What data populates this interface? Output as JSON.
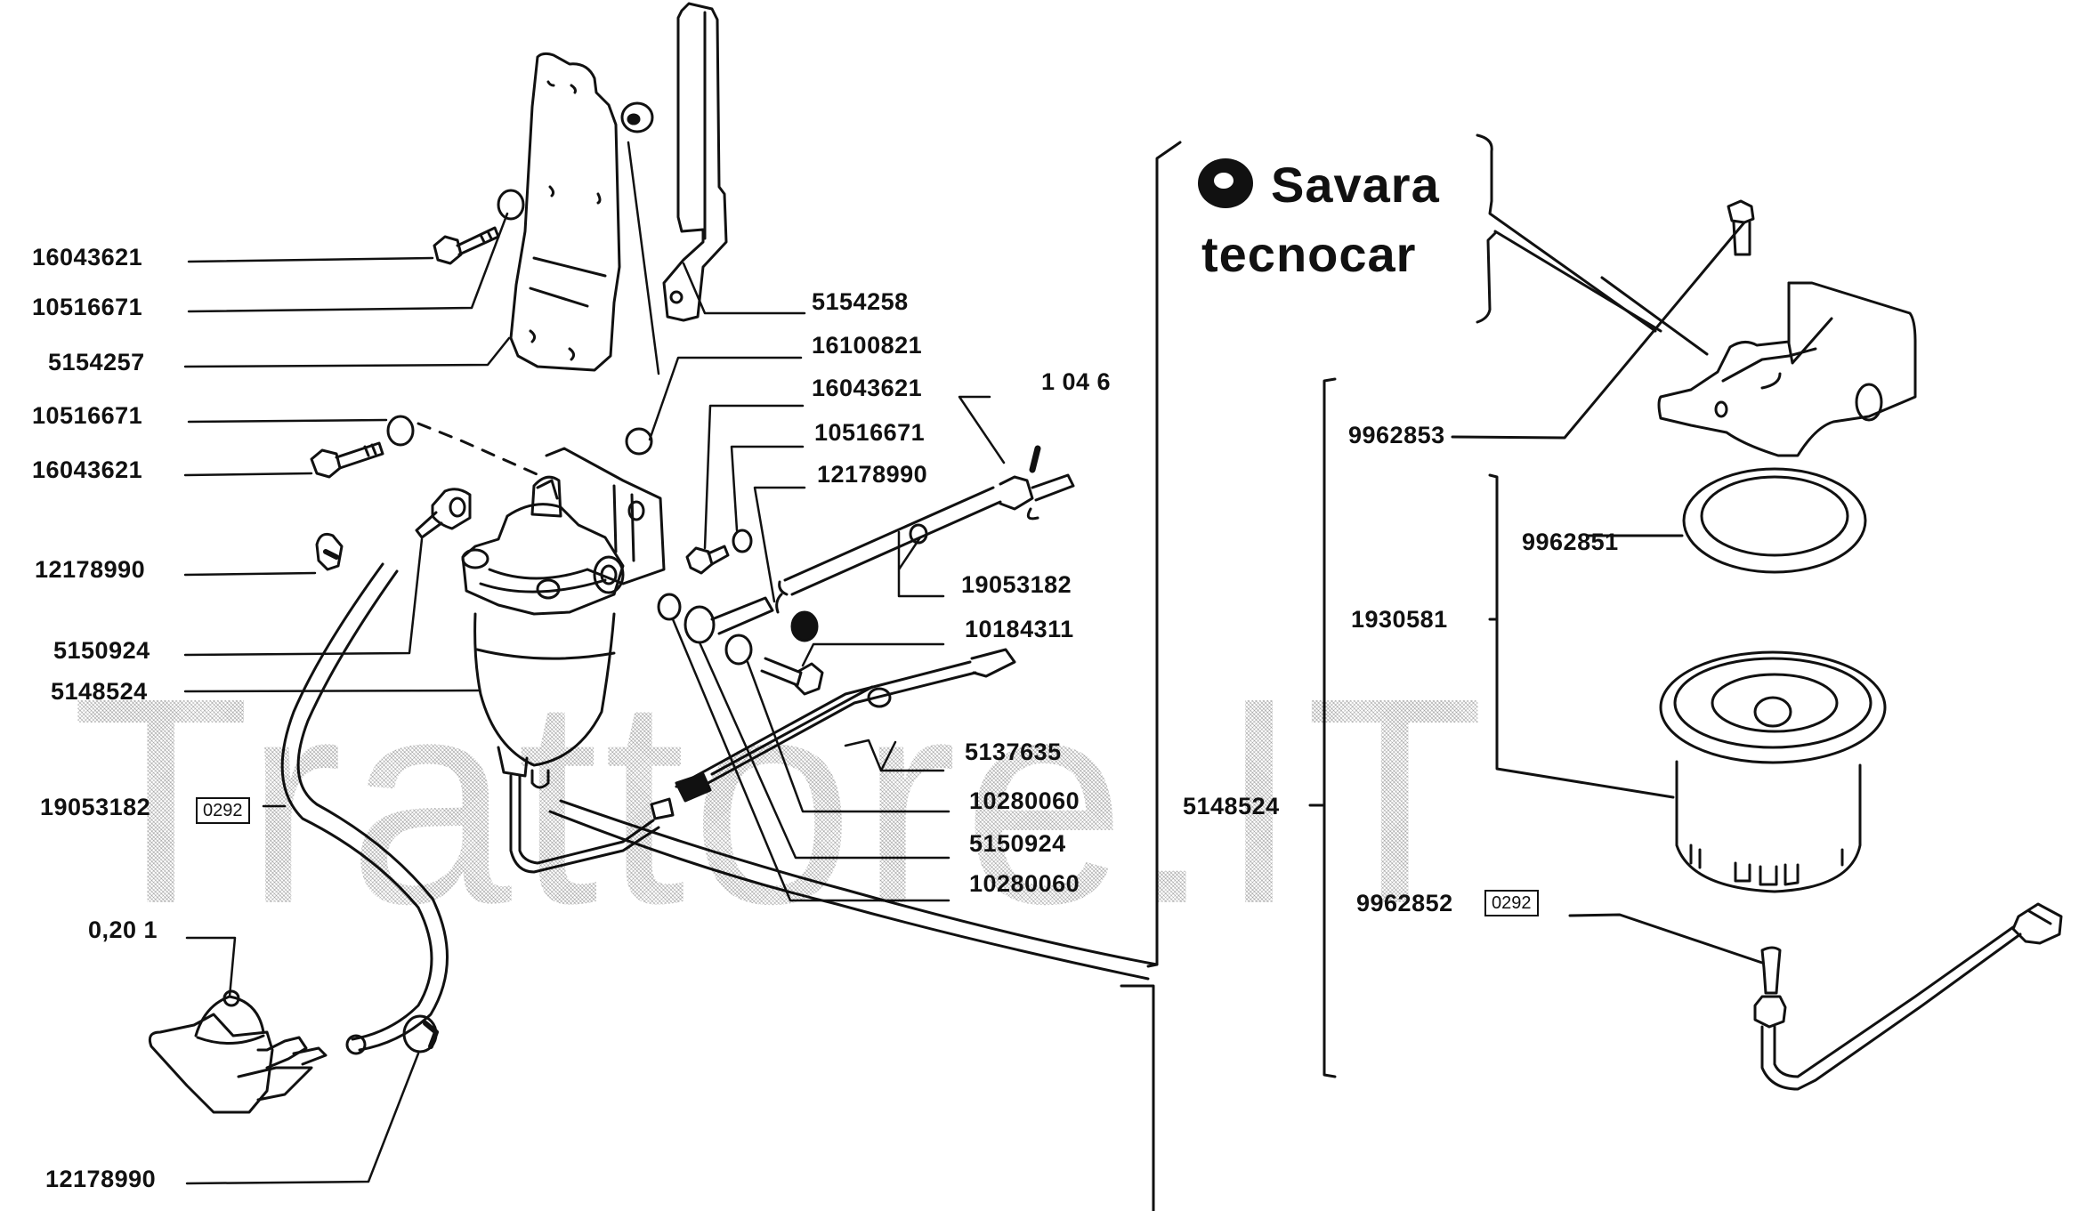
{
  "diagram": {
    "watermark": "Trattore.IT",
    "brand": {
      "line1": "Savara",
      "line2": "tecnocar",
      "logo_icon": "savara-logo-icon"
    },
    "left_labels": [
      {
        "id": "l1",
        "text": "16043621"
      },
      {
        "id": "l2",
        "text": "10516671"
      },
      {
        "id": "l3",
        "text": "5154257"
      },
      {
        "id": "l4",
        "text": "10516671"
      },
      {
        "id": "l5",
        "text": "16043621"
      },
      {
        "id": "l6",
        "text": "12178990"
      },
      {
        "id": "l7",
        "text": "5150924"
      },
      {
        "id": "l8",
        "text": "5148524"
      },
      {
        "id": "l9",
        "text": "19053182",
        "code": "0292"
      },
      {
        "id": "l10",
        "text": "0,20 1"
      },
      {
        "id": "l11",
        "text": "12178990"
      }
    ],
    "center_labels": [
      {
        "id": "c1",
        "text": "5154258"
      },
      {
        "id": "c2",
        "text": "16100821"
      },
      {
        "id": "c3",
        "text": "16043621"
      },
      {
        "id": "c4",
        "text": "10516671"
      },
      {
        "id": "c5",
        "text": "12178990"
      },
      {
        "id": "c6",
        "text": "1 04 6"
      },
      {
        "id": "c7",
        "text": "19053182"
      },
      {
        "id": "c8",
        "text": "10184311"
      },
      {
        "id": "c9",
        "text": "5137635"
      },
      {
        "id": "c10",
        "text": "10280060"
      },
      {
        "id": "c11",
        "text": "5150924"
      },
      {
        "id": "c12",
        "text": "10280060"
      }
    ],
    "right_labels": [
      {
        "id": "r1",
        "text": "9962853"
      },
      {
        "id": "r2",
        "text": "9962851"
      },
      {
        "id": "r3",
        "text": "1930581"
      },
      {
        "id": "r4",
        "text": "5148524"
      },
      {
        "id": "r5",
        "text": "9962852",
        "code": "0292"
      }
    ],
    "parts": [
      "mounting-bracket",
      "throttle-lever",
      "fuel-filter-assembly",
      "fuel-feed-pump",
      "fuel-hose",
      "fuel-pipe",
      "banjo-bolts",
      "sealing-washers",
      "hose-clamps",
      "wiring-harness",
      "filter-head",
      "filter-gasket",
      "filter-cartridge",
      "water-sensor"
    ]
  }
}
